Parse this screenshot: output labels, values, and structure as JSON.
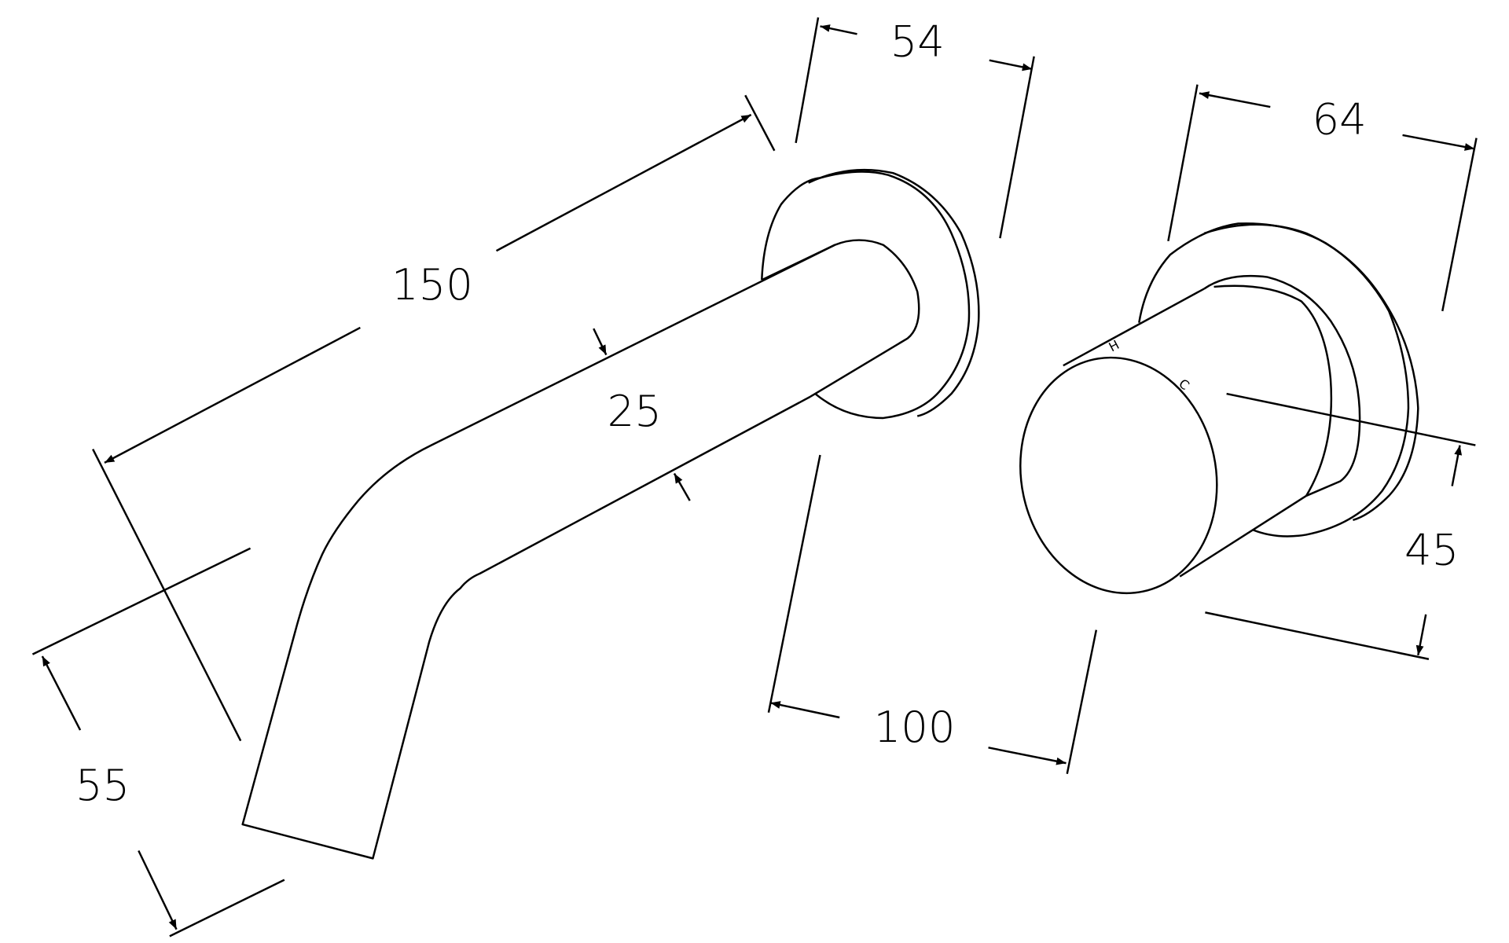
{
  "drawing": {
    "dimensions": {
      "spout_length": "150",
      "spout_depth": "54",
      "handle_depth": "64",
      "spout_diameter": "25",
      "handle_diameter": "45",
      "spout_height": "55",
      "centre_distance": "100"
    },
    "handle_marks": {
      "hot": "H",
      "cold": "C"
    },
    "line_color": "#000000"
  }
}
